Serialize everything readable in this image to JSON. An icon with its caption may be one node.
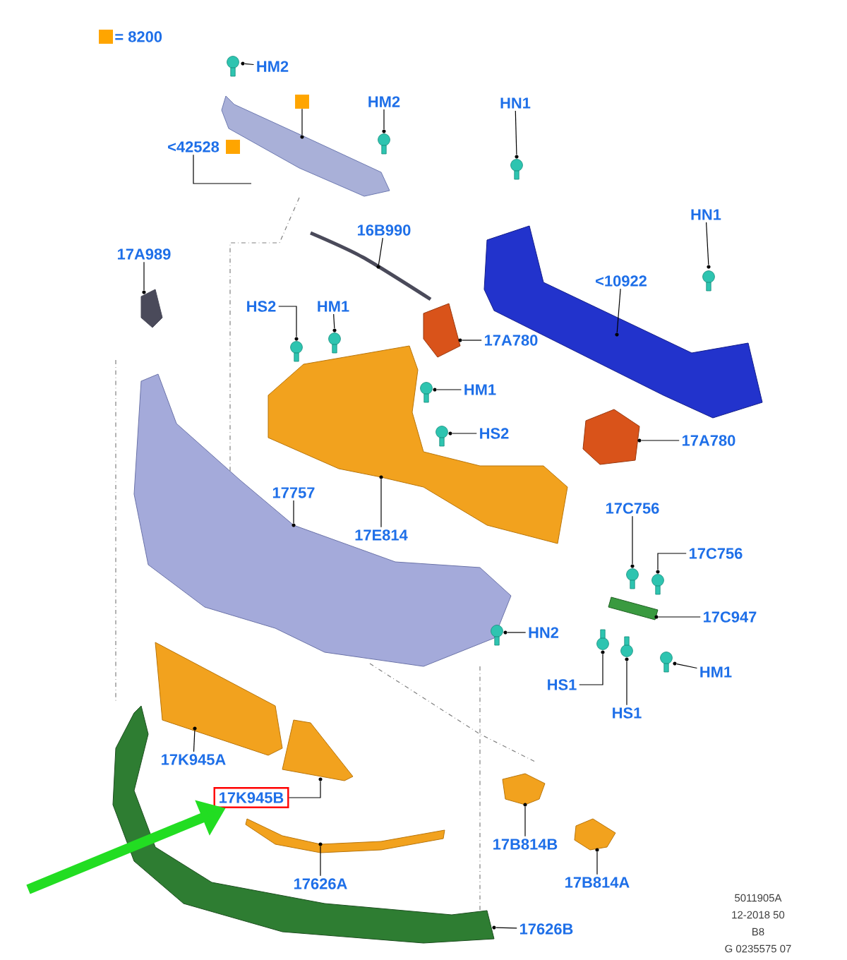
{
  "diagram": {
    "nodes": [
      {
        "text": [
          "HM2"
        ]
      },
      {
        "text": [],
        "shape": "picture"
      },
      {
        "text": [
          "HM2"
        ]
      },
      {
        "text": [],
        "shape": "picture"
      },
      {
        "text": [
          "<42528"
        ]
      },
      {
        "text": [],
        "shape": "picture"
      },
      {
        "text": [],
        "shape": "box"
      },
      {
        "text": [
          "HN1"
        ]
      },
      {
        "text": [],
        "shape": "picture"
      },
      {
        "text": [
          "HN1"
        ]
      },
      {
        "text": [],
        "shape": "picture"
      },
      {
        "text": [
          "<10922"
        ]
      },
      {
        "text": [],
        "shape": "picture"
      },
      {
        "text": [
          "16B990"
        ]
      },
      {
        "text": [],
        "shape": "picture"
      },
      {
        "text": [
          "17A989"
        ]
      },
      {
        "text": [],
        "shape": "picture"
      },
      {
        "text": [
          "HS2"
        ]
      },
      {
        "text": [],
        "shape": "picture"
      },
      {
        "text": [
          "HM1"
        ]
      },
      {
        "text": [],
        "shape": "picture"
      },
      {
        "text": [
          "17A780"
        ]
      },
      {
        "text": [],
        "shape": "picture"
      },
      {
        "text": [
          "HM1"
        ]
      },
      {
        "text": [],
        "shape": "picture"
      },
      {
        "text": [
          "HS2"
        ]
      },
      {
        "text": [],
        "shape": "picture"
      },
      {
        "text": [
          "17A780"
        ]
      },
      {
        "text": [],
        "shape": "picture"
      },
      {
        "text": [
          "17757"
        ]
      },
      {
        "text": [],
        "shape": "picture"
      },
      {
        "text": [
          "17E814"
        ]
      },
      {
        "text": [],
        "shape": "picture"
      },
      {
        "text": [
          "17C756"
        ]
      },
      {
        "text": [],
        "shape": "picture"
      },
      {
        "text": [
          "17C756"
        ]
      },
      {
        "text": [],
        "shape": "picture"
      },
      {
        "text": [
          "17C947"
        ]
      },
      {
        "text": [],
        "shape": "picture"
      },
      {
        "text": [
          "HN2"
        ]
      },
      {
        "text": [],
        "shape": "picture"
      },
      {
        "text": [
          "HS1"
        ]
      },
      {
        "text": [],
        "shape": "picture"
      },
      {
        "text": [
          "HS1"
        ]
      },
      {
        "text": [],
        "shape": "picture"
      },
      {
        "text": [
          "HM1"
        ]
      },
      {
        "text": [],
        "shape": "picture"
      },
      {
        "text": [
          "17K945A"
        ]
      },
      {
        "text": [],
        "shape": "picture"
      },
      {
        "text": [
          "17K945B"
        ]
      },
      {
        "text": [],
        "shape": "picture"
      },
      {
        "text": [
          "17626A"
        ]
      },
      {
        "text": [],
        "shape": "picture"
      },
      {
        "text": [
          "17B814B"
        ]
      },
      {
        "text": [],
        "shape": "picture"
      },
      {
        "text": [
          "17B814A"
        ]
      },
      {
        "text": [],
        "shape": "picture"
      },
      {
        "text": [
          "17626B"
        ]
      },
      {
        "text": [],
        "shape": "picture"
      }
    ],
    "edges": [
      {
        "from": 0,
        "to": 1,
        "arrow": "none"
      },
      {
        "from": 2,
        "to": 3,
        "arrow": "none"
      },
      {
        "from": 4,
        "to": null,
        "arrow": "none"
      },
      {
        "from": 6,
        "to": 5,
        "arrow": "none"
      },
      {
        "from": 7,
        "to": 8,
        "arrow": "none"
      },
      {
        "from": 9,
        "to": 10,
        "arrow": "none"
      },
      {
        "from": 11,
        "to": 12,
        "arrow": "none"
      },
      {
        "from": 13,
        "to": 14,
        "arrow": "none"
      },
      {
        "from": 15,
        "to": 16,
        "arrow": "none"
      },
      {
        "from": 17,
        "to": 18,
        "arrow": "none"
      },
      {
        "from": 19,
        "to": 20,
        "arrow": "none"
      },
      {
        "from": 21,
        "to": 22,
        "arrow": "none"
      },
      {
        "from": 23,
        "to": 24,
        "arrow": "none"
      },
      {
        "from": 25,
        "to": 26,
        "arrow": "none"
      },
      {
        "from": 27,
        "to": 28,
        "arrow": "none"
      },
      {
        "from": 29,
        "to": 30,
        "arrow": "none"
      },
      {
        "from": 31,
        "to": 32,
        "arrow": "none"
      },
      {
        "from": 33,
        "to": 34,
        "arrow": "none"
      },
      {
        "from": 35,
        "to": 36,
        "arrow": "none"
      },
      {
        "from": 37,
        "to": 38,
        "arrow": "none"
      },
      {
        "from": 39,
        "to": 40,
        "arrow": "none"
      },
      {
        "from": 41,
        "to": 42,
        "arrow": "none"
      },
      {
        "from": 43,
        "to": 44,
        "arrow": "none"
      },
      {
        "from": 45,
        "to": 46,
        "arrow": "none"
      },
      {
        "from": 47,
        "to": 48,
        "arrow": "none"
      },
      {
        "from": 49,
        "to": 50,
        "arrow": "none"
      },
      {
        "from": 51,
        "to": 52,
        "arrow": "none"
      },
      {
        "from": 53,
        "to": 54,
        "arrow": "none"
      },
      {
        "from": 55,
        "to": 56,
        "arrow": "none"
      },
      {
        "from": 57,
        "to": 58,
        "arrow": "none"
      },
      {
        "from": null,
        "to": 49,
        "arrow": "to",
        "style": "thick",
        "color": "#22dd22"
      }
    ],
    "labels": [
      "5011905A",
      "12-2018 50",
      "B8",
      "G 0235575 07"
    ],
    "legend": [
      {
        "text": "= 8200",
        "color": "#ffa500"
      }
    ]
  }
}
